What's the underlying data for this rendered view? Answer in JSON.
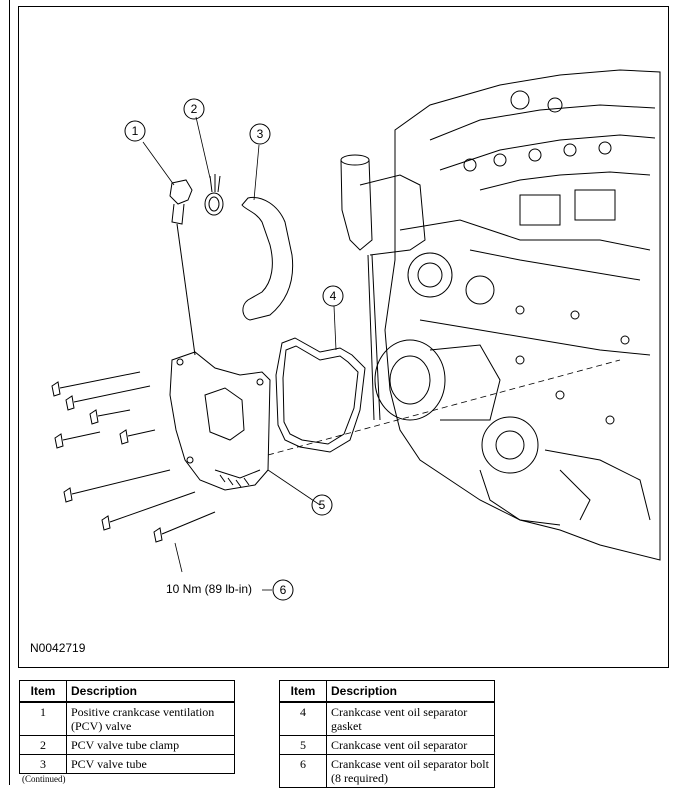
{
  "figure": {
    "id": "N0042719",
    "torque_spec": "10 Nm (89 lb-in)",
    "callouts": [
      "1",
      "2",
      "3",
      "4",
      "5",
      "6"
    ]
  },
  "legend": {
    "header_item": "Item",
    "header_description": "Description",
    "left_rows": [
      {
        "item": "1",
        "description": "Positive crankcase ventilation (PCV) valve"
      },
      {
        "item": "2",
        "description": "PCV valve tube clamp"
      },
      {
        "item": "3",
        "description": "PCV valve tube"
      }
    ],
    "right_rows": [
      {
        "item": "4",
        "description": "Crankcase vent oil separator gasket"
      },
      {
        "item": "5",
        "description": "Crankcase vent oil separator"
      },
      {
        "item": "6",
        "description": "Crankcase vent oil separator bolt (8 required)"
      }
    ]
  },
  "footer": {
    "continued": "(Continued)"
  }
}
